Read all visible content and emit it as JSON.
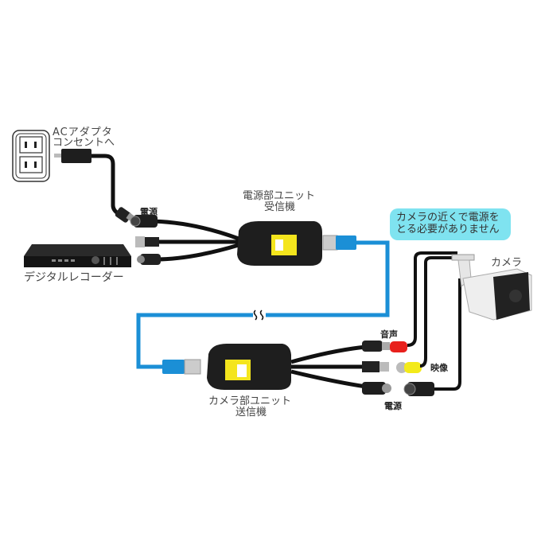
{
  "labels": {
    "ac_adapter_line1": "ACアダプタ",
    "ac_adapter_line2": "コンセントへ",
    "recorder": "デジタルレコーダー",
    "receiver_line1": "電源部ユニット",
    "receiver_line2": "受信機",
    "transmitter_line1": "カメラ部ユニット",
    "transmitter_line2": "送信機",
    "camera": "カメラ",
    "power_top": "電源",
    "audio": "音声",
    "video": "映像",
    "power_bottom": "電源",
    "callout_line1": "カメラの近くで電源を",
    "callout_line2": "とる必要がありません"
  },
  "colors": {
    "lan_cable": "#1b8fd6",
    "callout_bg": "#7fe3f0",
    "unit_body": "#1e1e1e",
    "unit_label": "#f4e51d",
    "audio_plug": "#e8201c",
    "video_plug": "#f3ea1a",
    "cable": "#111111"
  }
}
